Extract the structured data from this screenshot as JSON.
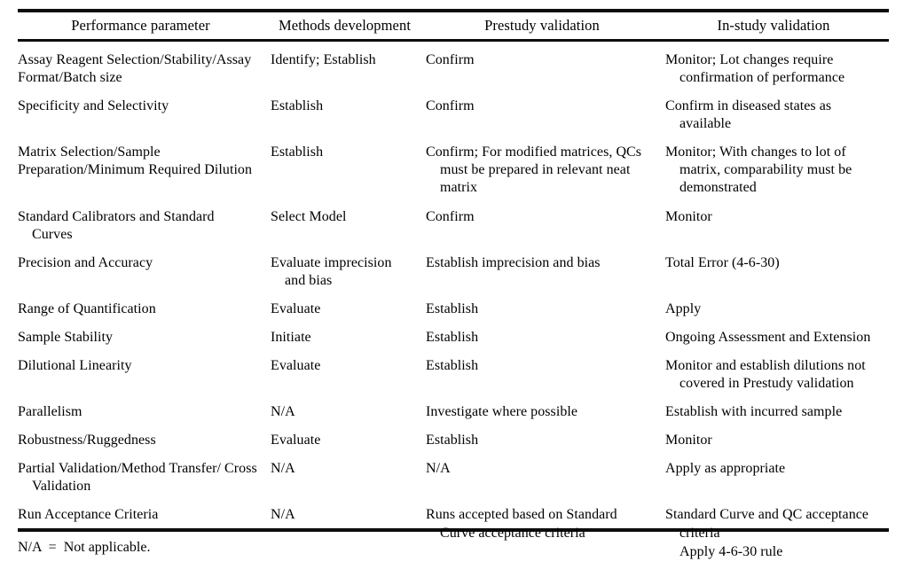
{
  "table": {
    "columns": [
      "Performance parameter",
      "Methods development",
      "Prestudy validation",
      "In-study validation"
    ],
    "rows": [
      {
        "parameter": "Assay Reagent Selection/Stability/Assay Format/Batch size",
        "methods_development": "Identify; Establish",
        "prestudy_validation": "Confirm",
        "in_study_validation": "Monitor; Lot changes require confirmation of performance"
      },
      {
        "parameter": "Specificity and Selectivity",
        "methods_development": "Establish",
        "prestudy_validation": "Confirm",
        "in_study_validation": "Confirm in diseased states as available"
      },
      {
        "parameter": "Matrix Selection/Sample Preparation/Minimum Required Dilution",
        "methods_development": "Establish",
        "prestudy_validation": "Confirm; For modified matrices, QCs must be prepared in relevant neat matrix",
        "in_study_validation": "Monitor; With changes to lot of matrix, comparability must be demonstrated"
      },
      {
        "parameter": "Standard Calibrators and Standard Curves",
        "methods_development": "Select Model",
        "prestudy_validation": "Confirm",
        "in_study_validation": "Monitor"
      },
      {
        "parameter": "Precision and Accuracy",
        "methods_development": "Evaluate imprecision and bias",
        "prestudy_validation": "Establish imprecision and bias",
        "in_study_validation": "Total Error (4-6-30)"
      },
      {
        "parameter": "Range of Quantification",
        "methods_development": "Evaluate",
        "prestudy_validation": "Establish",
        "in_study_validation": "Apply"
      },
      {
        "parameter": "Sample Stability",
        "methods_development": "Initiate",
        "prestudy_validation": "Establish",
        "in_study_validation": "Ongoing Assessment and Extension"
      },
      {
        "parameter": "Dilutional Linearity",
        "methods_development": "Evaluate",
        "prestudy_validation": "Establish",
        "in_study_validation": "Monitor and establish dilutions not covered in Prestudy validation"
      },
      {
        "parameter": "Parallelism",
        "methods_development": "N/A",
        "prestudy_validation": "Investigate where possible",
        "in_study_validation": "Establish with incurred sample"
      },
      {
        "parameter": "Robustness/Ruggedness",
        "methods_development": "Evaluate",
        "prestudy_validation": "Establish",
        "in_study_validation": "Monitor"
      },
      {
        "parameter": "Partial Validation/Method Transfer/ Cross Validation",
        "methods_development": "N/A",
        "prestudy_validation": "N/A",
        "in_study_validation": "Apply as appropriate"
      },
      {
        "parameter": "Run Acceptance Criteria",
        "methods_development": "N/A",
        "prestudy_validation": "Runs accepted based on Standard Curve acceptance criteria",
        "in_study_validation": "Standard Curve and QC acceptance criteria",
        "in_study_validation_extra": "Apply 4-6-30 rule"
      }
    ]
  },
  "footnote": {
    "text": "N/A  =  Not applicable."
  }
}
